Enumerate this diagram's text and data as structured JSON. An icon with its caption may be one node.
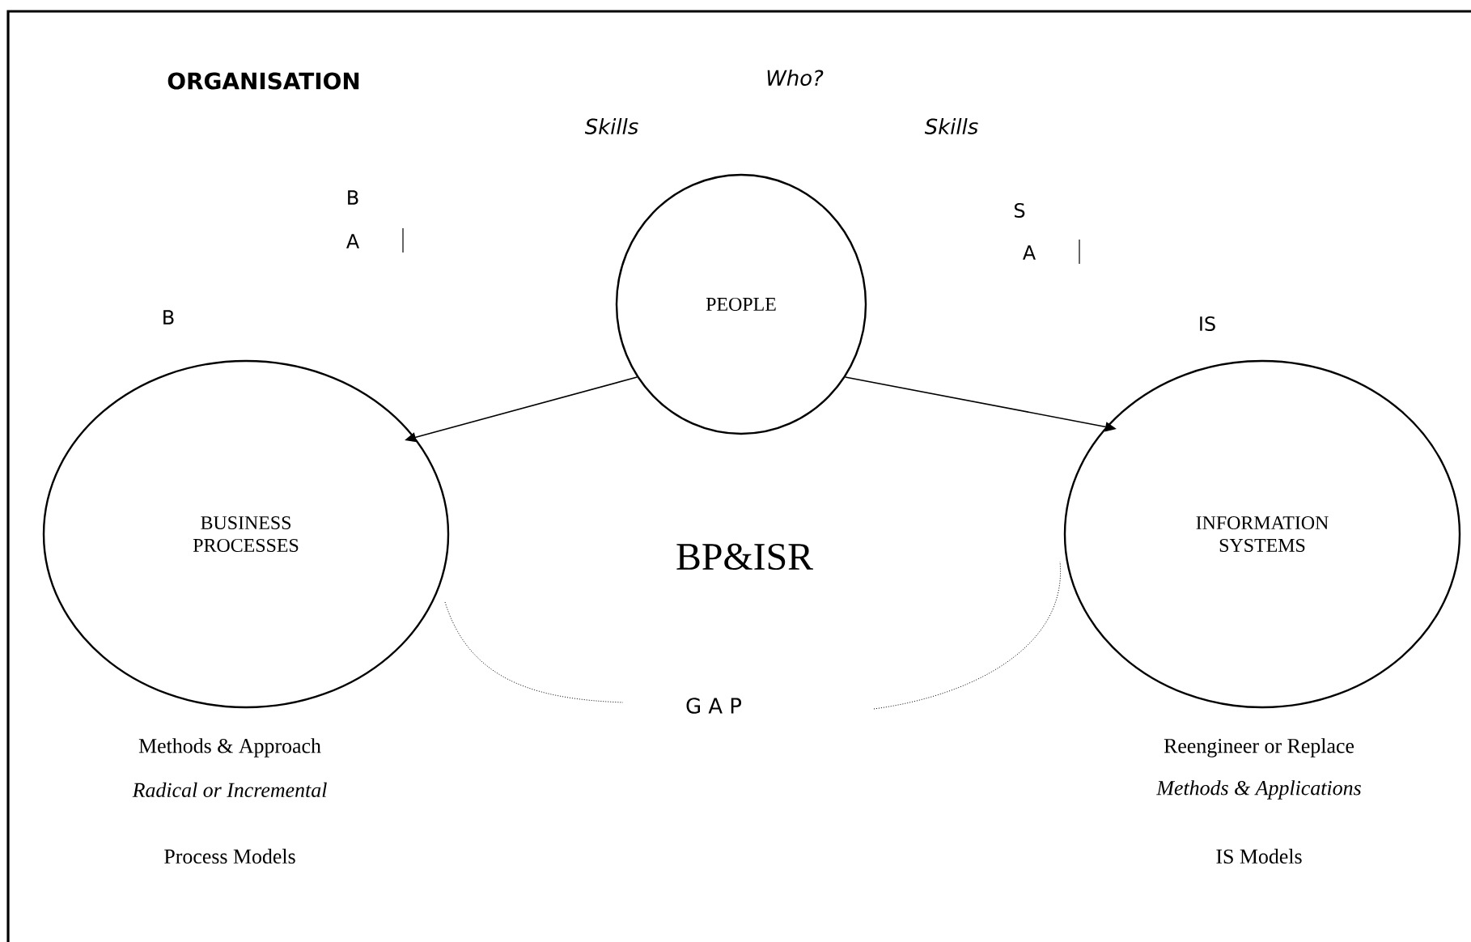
{
  "diagram": {
    "nodes": [
      {
        "text": [
          "PEOPLE"
        ]
      },
      {
        "text": [
          "BUSINESS PROCESSES"
        ]
      },
      {
        "text": [
          "INFORMATION SYSTEMS"
        ]
      }
    ],
    "edges": [
      {
        "from": 0,
        "to": 1,
        "arrow": "to"
      },
      {
        "from": 0,
        "to": 2,
        "arrow": "to"
      }
    ],
    "labels": [
      "ORGANISATION",
      "Who?",
      "Skills",
      "Skills",
      "B",
      "A",
      "S",
      "A",
      "B",
      "IS",
      "BP&ISR",
      "G A P",
      "Methods & Approach",
      "Radical or Incremental",
      "Reengineer or Replace",
      "Methods & Applications",
      "Process Models",
      "IS Models"
    ]
  }
}
